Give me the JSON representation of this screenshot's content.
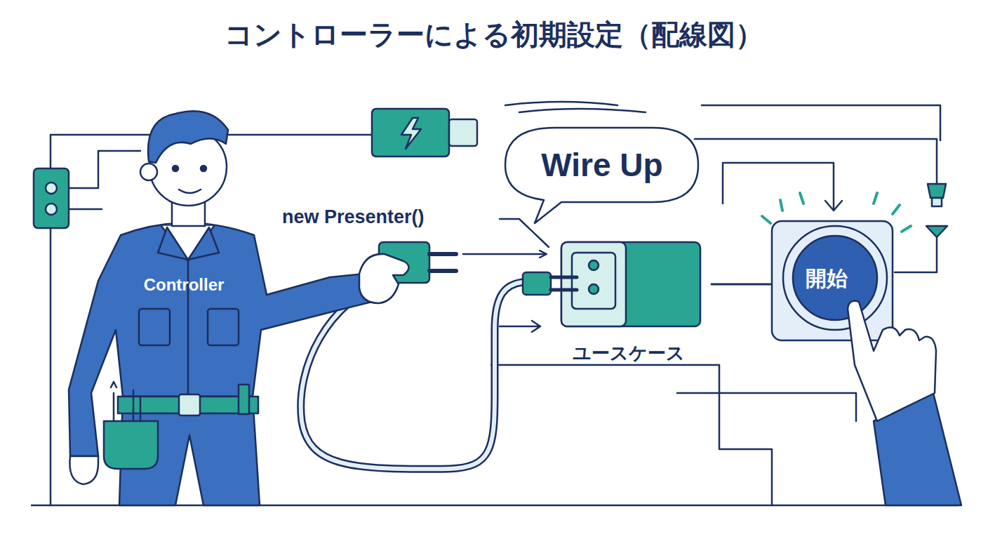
{
  "diagram": {
    "title": "コントローラーによる初期設定（配線図）",
    "nodes": [
      {
        "text": [
          "Controller"
        ]
      },
      {
        "text": [
          "Wire Up"
        ]
      },
      {
        "text": [
          "ユースケース"
        ]
      },
      {
        "text": [
          "開始"
        ]
      }
    ],
    "edges": [
      {
        "from": 0,
        "to": 2,
        "arrow": "to"
      },
      {
        "from": 2,
        "to": 3,
        "arrow": "none"
      }
    ],
    "labels": [
      "new Presenter()"
    ]
  }
}
